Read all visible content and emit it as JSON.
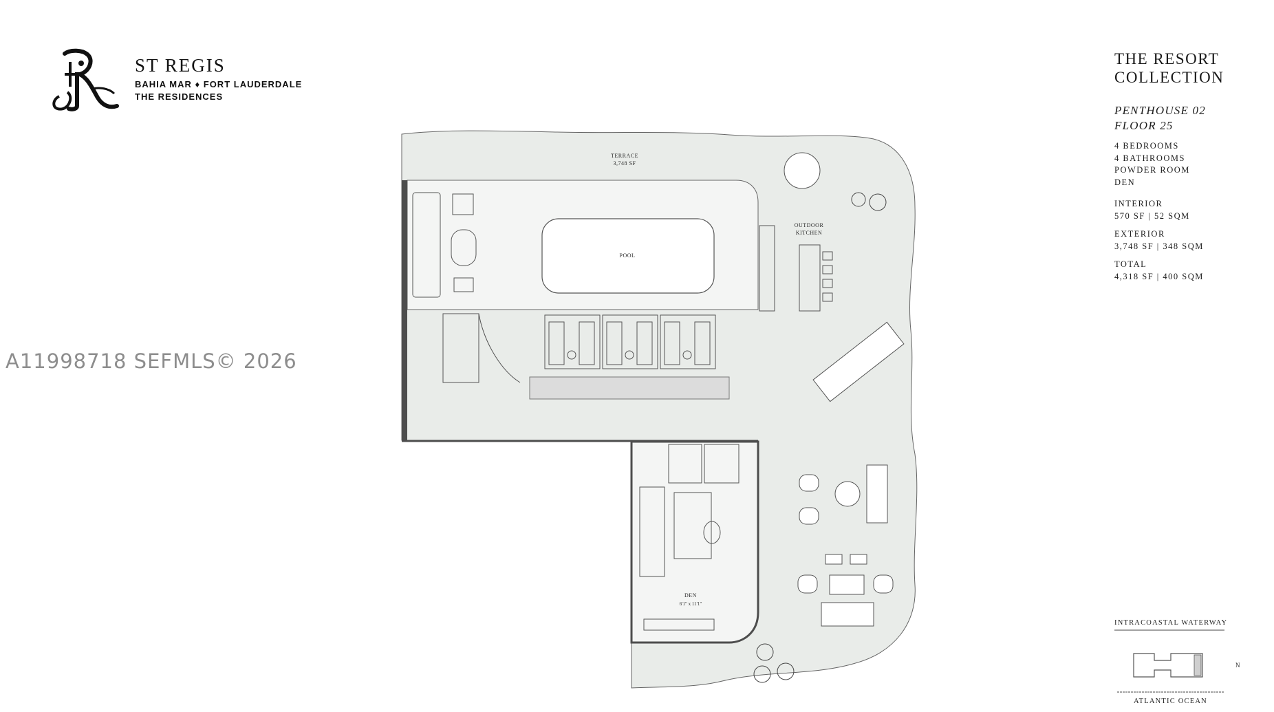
{
  "brand": {
    "name": "ST REGIS",
    "location": "BAHIA MAR ♦ FORT LAUDERDALE",
    "residences": "THE RESIDENCES"
  },
  "watermark": "A11998718  SEFMLS© 2026",
  "collection": {
    "line1": "THE RESORT",
    "line2": "COLLECTION"
  },
  "unit": {
    "name": "PENTHOUSE 02",
    "floor": "FLOOR 25"
  },
  "features": [
    "4 BEDROOMS",
    "4 BATHROOMS",
    "POWDER ROOM",
    "DEN"
  ],
  "areas": [
    {
      "label": "INTERIOR",
      "value": "570 SF | 52 SQM"
    },
    {
      "label": "EXTERIOR",
      "value": "3,748 SF | 348 SQM"
    },
    {
      "label": "TOTAL",
      "value": "4,318 SF | 400 SQM"
    }
  ],
  "plan": {
    "terrace_label": "TERRACE",
    "terrace_area": "3,748 SF",
    "pool_label": "POOL",
    "outdoor_kitchen_line1": "OUTDOOR",
    "outdoor_kitchen_line2": "KITCHEN",
    "den_label": "DEN",
    "den_dims": "6'1\" x 11'1\""
  },
  "orientation": {
    "top_label": "INTRACOASTAL WATERWAY",
    "bottom_label": "ATLANTIC OCEAN",
    "north_label": "N"
  },
  "colors": {
    "terrace_fill": "#e9ece9",
    "interior_fill": "#f4f5f4",
    "wall": "#4d4d4d",
    "line": "#555555"
  }
}
